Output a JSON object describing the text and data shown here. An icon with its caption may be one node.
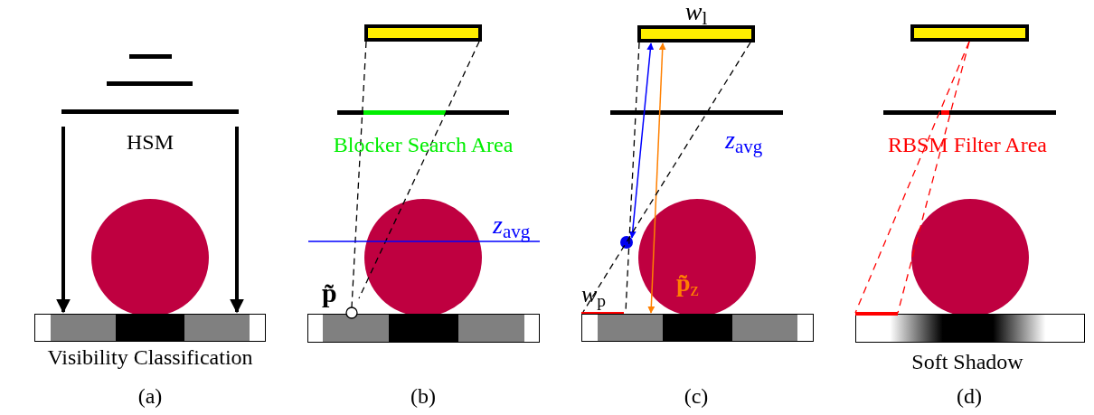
{
  "diagram": {
    "nodes": [
      {
        "text": [
          "HSM"
        ]
      },
      {
        "text": [
          "Visibility Classification"
        ]
      },
      {
        "text": [
          "*w*$_{l}$"
        ]
      },
      {
        "text": [],
        "shape": "circle"
      },
      {
        "text": [],
        "shape": "bar"
      }
    ],
    "edges": [
      {
        "from": 0,
        "to": 1,
        "arrow": "to",
        "style": "thick"
      },
      {
        "from": 0,
        "to": 1,
        "arrow": "to",
        "style": "thick"
      },
      {
        "from": 3,
        "to": 2,
        "arrow": "both",
        "color": "#0000ff"
      },
      {
        "from": 4,
        "to": 2,
        "arrow": "both",
        "color": "#ff8000"
      },
      {
        "from": 2,
        "to": 4,
        "arrow": "none",
        "style": "dashed"
      },
      {
        "from": 2,
        "to": 4,
        "arrow": "none",
        "style": "dashed"
      }
    ],
    "labels": [
      "(a)",
      "Blocker Search Area",
      "*z*$_{avg}$",
      "p̃",
      "(b)",
      "*z*$_{avg}$",
      "*w*$_{p}$",
      "**p̃**$_{z}$",
      "(c)",
      "RBSM Filter Area",
      "Soft Shadow",
      "(d)"
    ]
  }
}
